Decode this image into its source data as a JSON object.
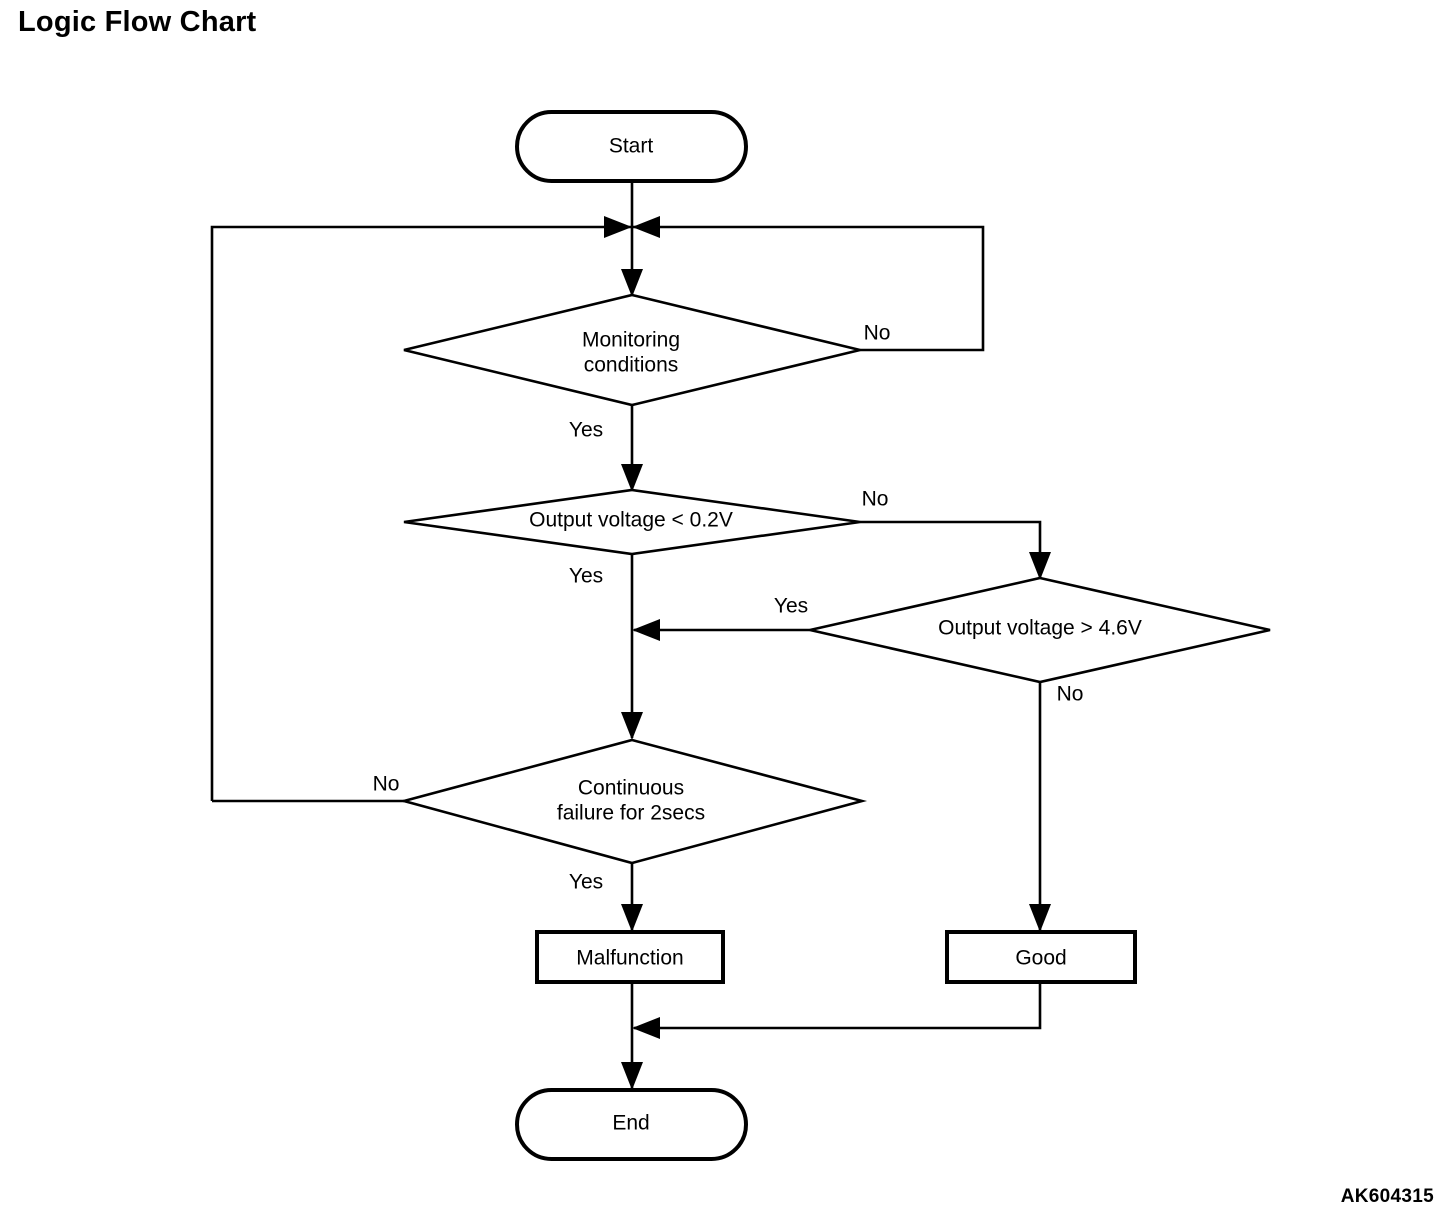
{
  "title": "Logic Flow Chart",
  "figure_code": "AK604315",
  "colors": {
    "background": "#ffffff",
    "stroke": "#000000",
    "text": "#000000"
  },
  "chart_data": {
    "type": "diagram",
    "subtype": "flowchart",
    "title": "Logic Flow Chart",
    "nodes": [
      {
        "id": "start",
        "shape": "terminator",
        "label": "Start"
      },
      {
        "id": "monitoring",
        "shape": "decision",
        "label": "Monitoring conditions",
        "line1": "Monitoring",
        "line2": "conditions"
      },
      {
        "id": "v_low",
        "shape": "decision",
        "label": "Output voltage < 0.2V"
      },
      {
        "id": "v_high",
        "shape": "decision",
        "label": "Output voltage > 4.6V"
      },
      {
        "id": "continuous",
        "shape": "decision",
        "label": "Continuous failure for 2secs",
        "line1": "Continuous",
        "line2": "failure for 2secs"
      },
      {
        "id": "malfunction",
        "shape": "process",
        "label": "Malfunction"
      },
      {
        "id": "good",
        "shape": "process",
        "label": "Good"
      },
      {
        "id": "end",
        "shape": "terminator",
        "label": "End"
      }
    ],
    "edges": [
      {
        "from": "start",
        "to": "monitoring",
        "label": ""
      },
      {
        "from": "monitoring",
        "to": "v_low",
        "label": "Yes"
      },
      {
        "from": "monitoring",
        "to": "monitoring",
        "label": "No"
      },
      {
        "from": "v_low",
        "to": "continuous",
        "label": "Yes"
      },
      {
        "from": "v_low",
        "to": "v_high",
        "label": "No"
      },
      {
        "from": "v_high",
        "to": "continuous",
        "label": "Yes"
      },
      {
        "from": "v_high",
        "to": "good",
        "label": "No"
      },
      {
        "from": "continuous",
        "to": "malfunction",
        "label": "Yes"
      },
      {
        "from": "continuous",
        "to": "monitoring",
        "label": "No"
      },
      {
        "from": "malfunction",
        "to": "end",
        "label": ""
      },
      {
        "from": "good",
        "to": "end",
        "label": ""
      }
    ]
  },
  "nodes": {
    "start": {
      "label": "Start"
    },
    "monitoring": {
      "line1": "Monitoring",
      "line2": "conditions"
    },
    "v_low": {
      "label": "Output voltage < 0.2V"
    },
    "v_high": {
      "label": "Output voltage > 4.6V"
    },
    "continuous": {
      "line1": "Continuous",
      "line2": "failure for 2secs"
    },
    "malfunction": {
      "label": "Malfunction"
    },
    "good": {
      "label": "Good"
    },
    "end": {
      "label": "End"
    }
  },
  "edge_labels": {
    "monitoring_no": "No",
    "monitoring_yes": "Yes",
    "v_low_no": "No",
    "v_low_yes": "Yes",
    "v_high_yes": "Yes",
    "v_high_no": "No",
    "continuous_no": "No",
    "continuous_yes": "Yes"
  }
}
